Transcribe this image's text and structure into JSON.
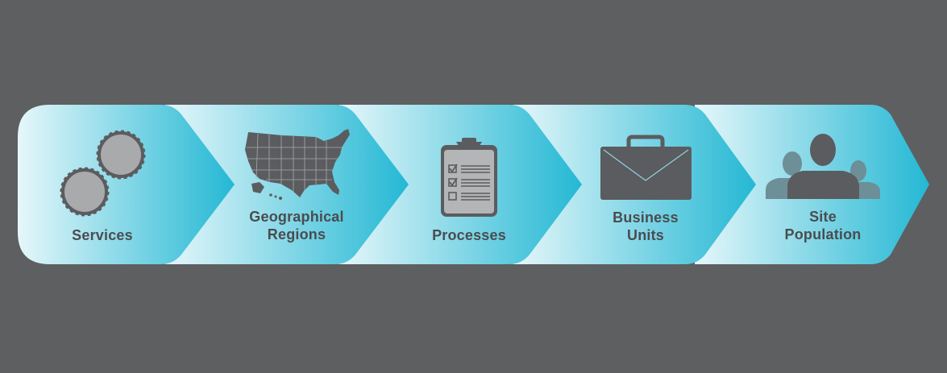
{
  "steps": [
    {
      "id": "services",
      "icon": "gears-icon",
      "label_lines": [
        "Services"
      ]
    },
    {
      "id": "geographical-regions",
      "icon": "us-map-icon",
      "label_lines": [
        "Geographical",
        "Regions"
      ]
    },
    {
      "id": "processes",
      "icon": "clipboard-checklist-icon",
      "label_lines": [
        "Processes"
      ]
    },
    {
      "id": "business-units",
      "icon": "briefcase-icon",
      "label_lines": [
        "Business",
        "Units"
      ]
    },
    {
      "id": "site-population",
      "icon": "people-icon",
      "label_lines": [
        "Site",
        "Population"
      ]
    }
  ],
  "colors": {
    "background": "#5e5f61",
    "chevron_light": "#e6f7fa",
    "chevron_dark": "#24b8d4",
    "icon_dark": "#5b5c5f",
    "icon_gear_fill": "#a9aaac",
    "clipboard_fill": "#b4b5b7",
    "people_secondary": "#6d8f98",
    "label_text": "#4a4c50"
  }
}
